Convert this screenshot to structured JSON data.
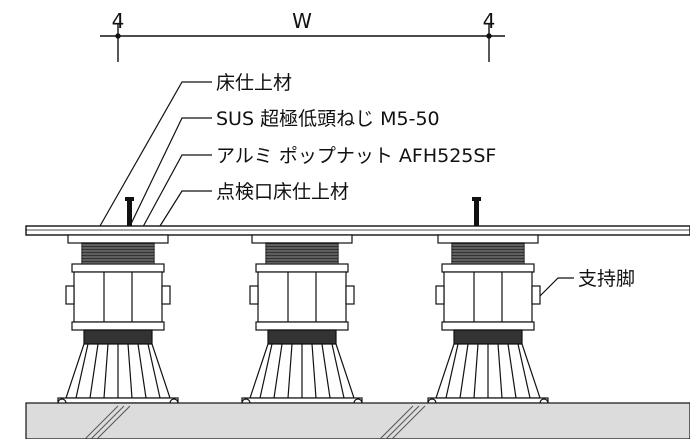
{
  "dimension": {
    "left_value": "4",
    "center_value": "W",
    "right_value": "4"
  },
  "labels": {
    "floor_finish": "床仕上材",
    "screw": "SUS 超極低頭ねじ M5-50",
    "nut": "アルミ ポップナット AFH525SF",
    "hatch_finish": "点検口床仕上材",
    "support_leg": "支持脚"
  },
  "support_count": 3
}
